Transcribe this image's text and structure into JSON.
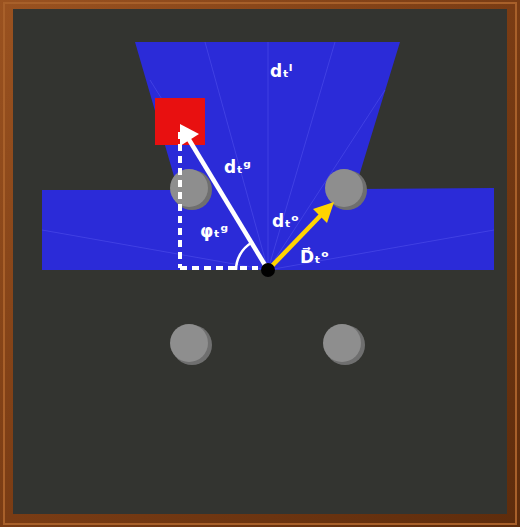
{
  "diagram": {
    "labels": [
      "dₜˡ",
      "dₜᵍ",
      "φₜᵍ",
      "dₜᵒ",
      "D⃗ₜᵒ"
    ]
  }
}
